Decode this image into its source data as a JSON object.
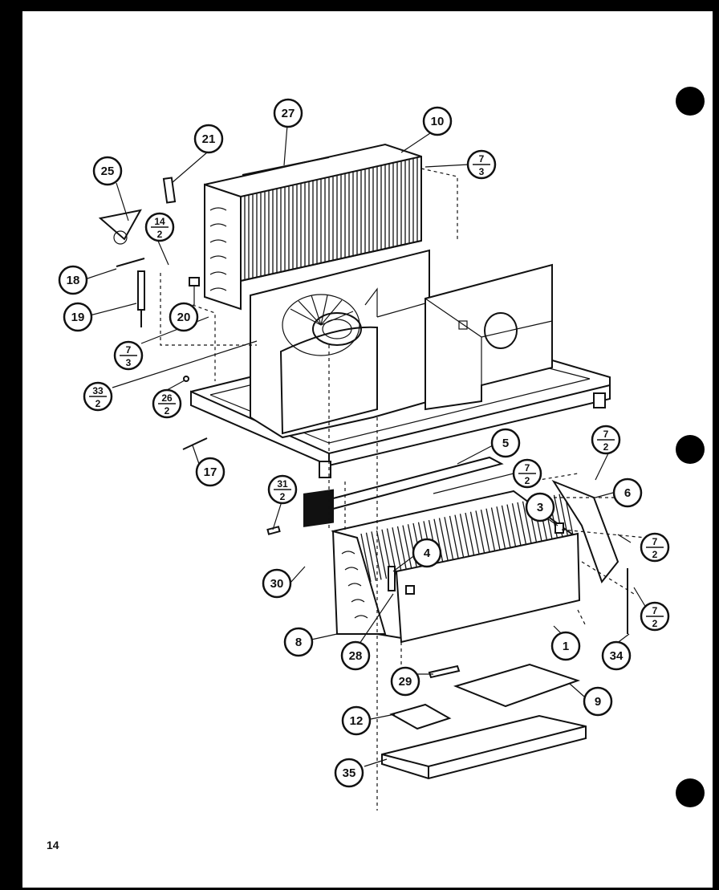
{
  "page": {
    "number": "14"
  },
  "callouts": {
    "c25": "25",
    "c21": "21",
    "c27": "27",
    "c10": "10",
    "c18": "18",
    "c19": "19",
    "c20": "20",
    "c17": "17",
    "c5": "5",
    "c6": "6",
    "c3": "3",
    "c4": "4",
    "c30": "30",
    "c8": "8",
    "c28": "28",
    "c1": "1",
    "c34": "34",
    "c29": "29",
    "c9": "9",
    "c12": "12",
    "c35": "35"
  },
  "fraction_callouts": {
    "f7_3_top": {
      "num": "7",
      "den": "3"
    },
    "f14_2": {
      "num": "14",
      "den": "2"
    },
    "f7_3_left": {
      "num": "7",
      "den": "3"
    },
    "f33_2": {
      "num": "33",
      "den": "2"
    },
    "f26_2": {
      "num": "26",
      "den": "2"
    },
    "f7_2_a": {
      "num": "7",
      "den": "2"
    },
    "f7_2_b": {
      "num": "7",
      "den": "2"
    },
    "f31_2": {
      "num": "31",
      "den": "2"
    },
    "f7_2_c": {
      "num": "7",
      "den": "2"
    },
    "f7_2_d": {
      "num": "7",
      "den": "2"
    }
  }
}
